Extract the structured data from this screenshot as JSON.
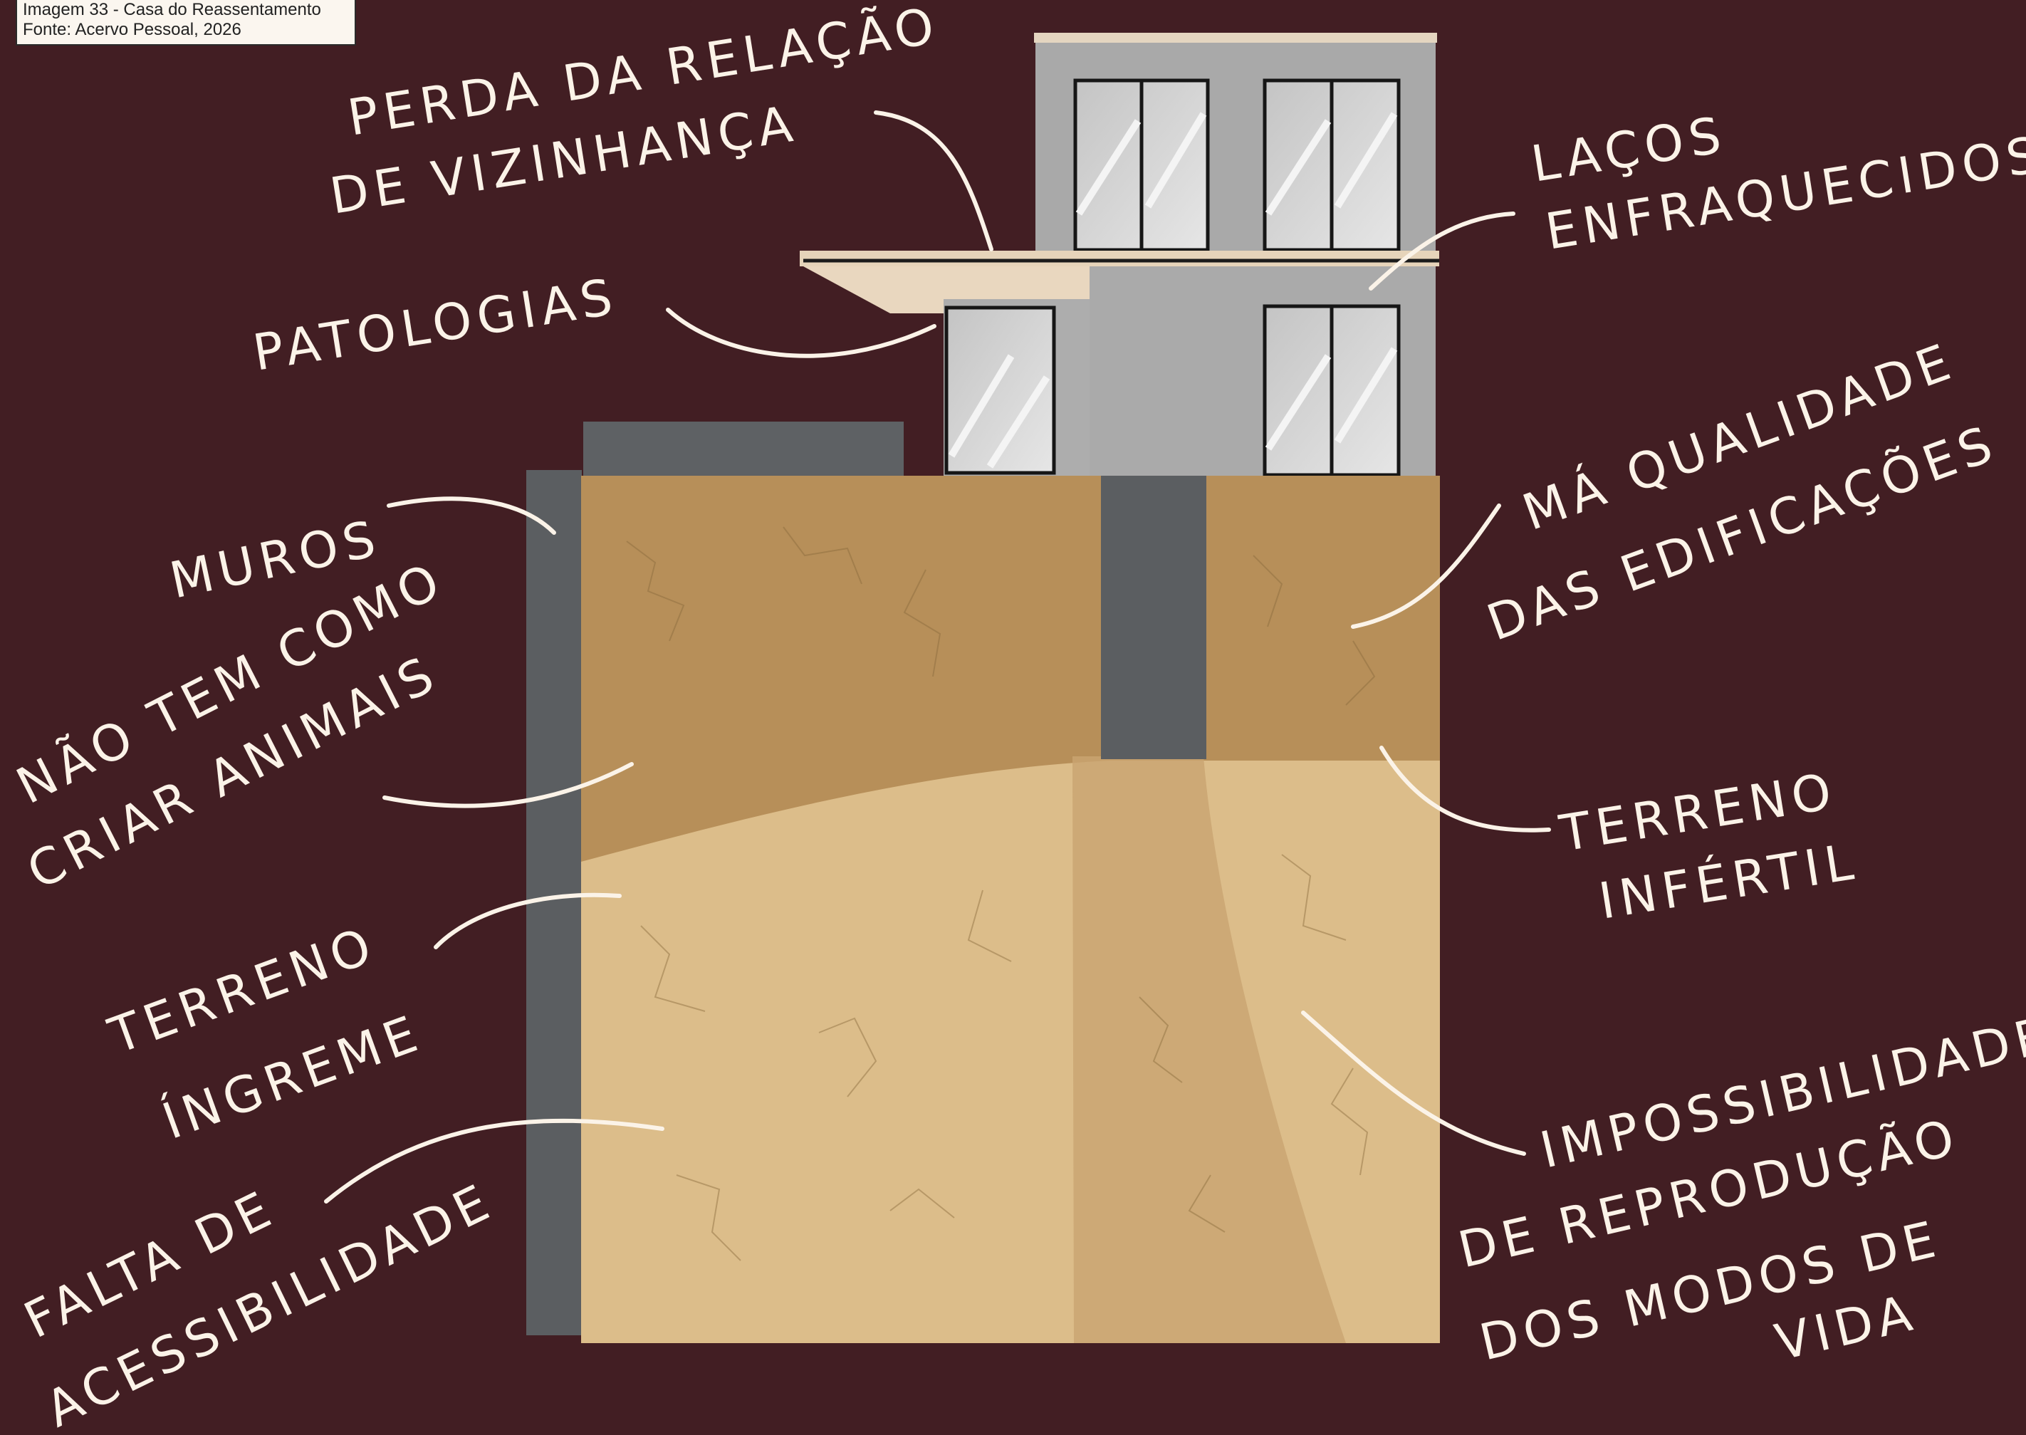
{
  "caption": {
    "line1": "Imagem 33 - Casa do Reassentamento",
    "line2": "Fonte: Acervo Pessoal, 2026"
  },
  "labels": {
    "perda_line1": "PERDA DA RELAÇÃO",
    "perda_line2": "DE VIZINHANÇA",
    "lacos_line1": "LAÇOS",
    "lacos_line2": "ENFRAQUECIDOS",
    "patologias": "PATOLOGIAS",
    "muros": "MUROS",
    "ma_line1": "MÁ QUALIDADE",
    "ma_line2": "DAS EDIFICAÇÕES",
    "animais_line1": "NÃO TEM COMO",
    "animais_line2": "CRIAR ANIMAIS",
    "infertil_line1": "TERRENO",
    "infertil_line2": "INFÉRTIL",
    "ingreme_line1": "TERRENO",
    "ingreme_line2": "ÍNGREME",
    "acess_line1": "FALTA DE",
    "acess_line2": "ACESSIBILIDADE",
    "imposs_line1": "IMPOSSIBILIDADE",
    "imposs_line2": "DE REPRODUÇÃO",
    "imposs_line3": "DOS MODOS DE",
    "imposs_line4": "VIDA"
  },
  "colors": {
    "background": "#421e23",
    "house_wall": "#a9a9a9",
    "slab": "#e6d4ba",
    "window_glass": "#d7d7d7",
    "retaining_wall": "#5b5e61",
    "soil_dark": "#b58f5a",
    "soil_light": "#dcbd8a",
    "annotation": "#fbf3e8"
  }
}
